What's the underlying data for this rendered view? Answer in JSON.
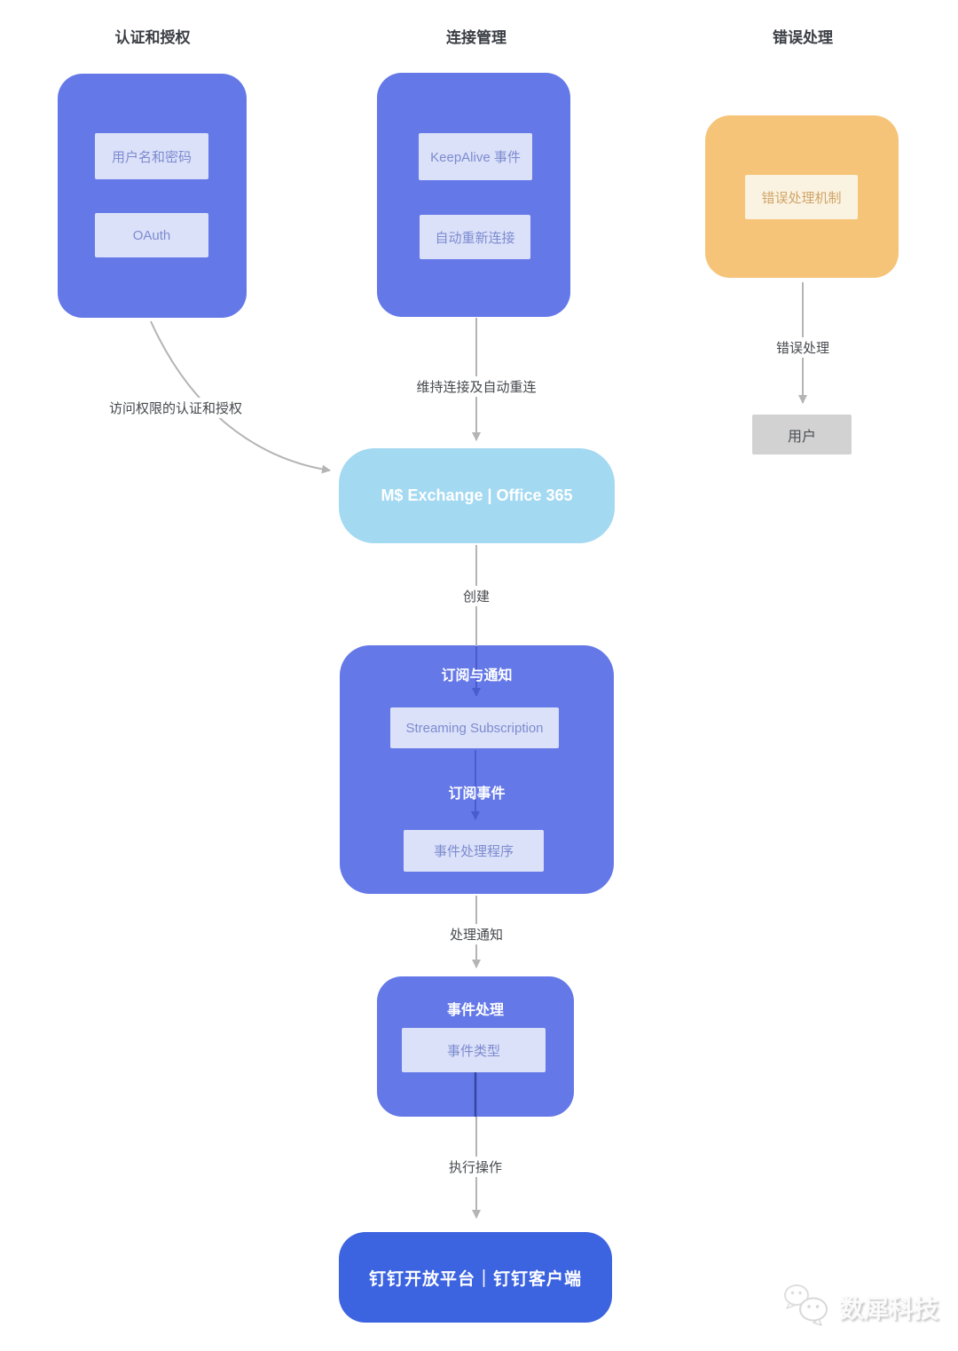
{
  "diagram": {
    "headers": {
      "auth": "认证和授权",
      "conn": "连接管理",
      "error": "错误处理"
    },
    "auth_group": {
      "item1": "用户名和密码",
      "item2": "OAuth"
    },
    "conn_group": {
      "item1": "KeepAlive 事件",
      "item2": "自动重新连接"
    },
    "error_group": {
      "item1": "错误处理机制"
    },
    "exchange": {
      "label": "M$ Exchange | Office 365"
    },
    "user_node": {
      "label": "用户"
    },
    "subscribe_group": {
      "title": "订阅与通知",
      "item1": "Streaming Subscription",
      "mid_label": "订阅事件",
      "item2": "事件处理程序"
    },
    "event_group": {
      "title": "事件处理",
      "item1": "事件类型"
    },
    "dingtalk_node": {
      "label": "钉钉开放平台｜钉钉客户端"
    },
    "edge_labels": {
      "auth_to_exchange": "访问权限的认证和授权",
      "conn_to_exchange": "维持连接及自动重连",
      "error_to_user": "错误处理",
      "exchange_to_subscribe": "创建",
      "subscribe_to_event": "处理通知",
      "event_to_dingtalk": "执行操作"
    },
    "watermark": {
      "brand": "数犀科技",
      "icon": "chat-bubbles-icon"
    },
    "colors": {
      "group_blue": "#6478e8",
      "inner_light": "#dbe1f8",
      "inner_text": "#7d8bd1",
      "orange": "#f6c478",
      "orange_inner": "#fbf3e1",
      "orange_text": "#cfa468",
      "exchange_blue": "#a4d9f2",
      "user_gray": "#d2d2d2",
      "dingtalk_blue": "#3c63e0",
      "arrow_gray": "#b4b4b4",
      "arrow_navy": "#4a5cd0",
      "arrow_dark": "#36459f"
    }
  }
}
